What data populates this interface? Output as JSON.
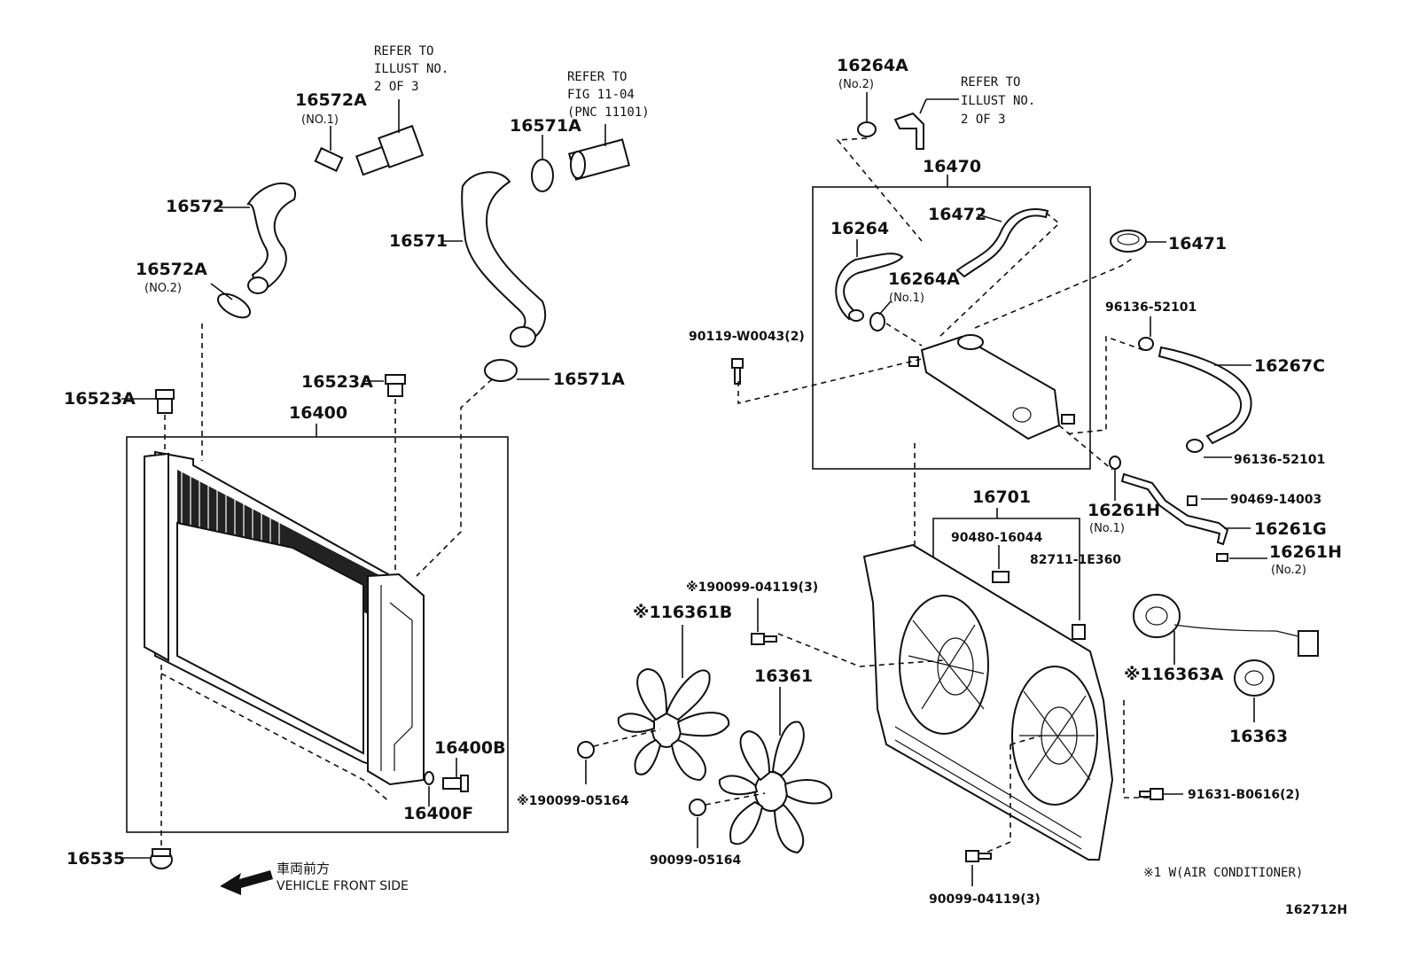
{
  "labels": {
    "p16572A_1": "16572A",
    "p16572A_1_sub": "(NO.1)",
    "p16572": "16572",
    "p16572A_2": "16572A",
    "p16572A_2_sub": "(NO.2)",
    "refer1_l1": "REFER TO",
    "refer1_l2": "ILLUST NO.",
    "refer1_l3": "2 OF 3",
    "refer2_l1": "REFER TO",
    "refer2_l2": "FIG 11-04",
    "refer2_l3": "(PNC 11101)",
    "p16571A_top": "16571A",
    "p16571": "16571",
    "p16571A_bot": "16571A",
    "p16523A_left": "16523A",
    "p16523A_mid": "16523A",
    "p16400": "16400",
    "p16400B": "16400B",
    "p16400F": "16400F",
    "p16535": "16535",
    "front_jp": "車両前方",
    "front_en": "VEHICLE FRONT SIDE",
    "p16264A_top": "16264A",
    "p16264A_top_sub": "(No.2)",
    "refer3_l1": "REFER TO",
    "refer3_l2": "ILLUST NO.",
    "refer3_l3": "2 OF 3",
    "p16470": "16470",
    "p16472": "16472",
    "p16264": "16264",
    "p16264A_mid": "16264A",
    "p16264A_mid_sub": "(No.1)",
    "p16471": "16471",
    "p90119": "90119-W0043(2)",
    "p96136_top": "96136-52101",
    "p16267C": "16267C",
    "p96136_bot": "96136-52101",
    "p90469": "90469-14003",
    "p16261H_1": "16261H",
    "p16261H_1_sub": "(No.1)",
    "p16261G": "16261G",
    "p16261H_2": "16261H",
    "p16261H_2_sub": "(No.2)",
    "p16701": "16701",
    "p90480": "90480-16044",
    "p82711": "82711-1E360",
    "p190099_04119": "※190099-04119(3)",
    "p16361B": "※116361B",
    "p16361": "16361",
    "p190099_05164": "※190099-05164",
    "p90099_05164": "90099-05164",
    "p16363A": "※116363A",
    "p16363": "16363",
    "p91631": "91631-B0616(2)",
    "p90099_04119": "90099-04119(3)",
    "ac_note": "※1 W(AIR CONDITIONER)",
    "fig_id": "162712H"
  }
}
